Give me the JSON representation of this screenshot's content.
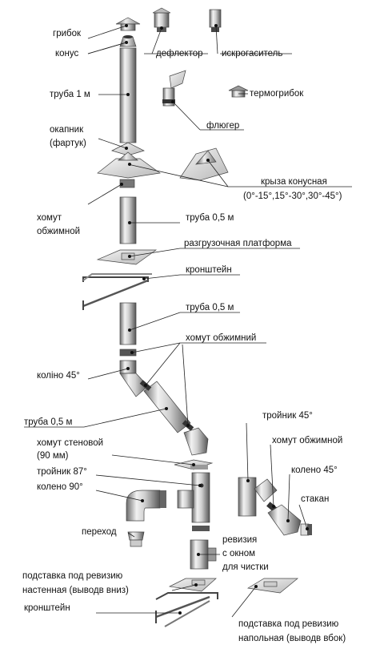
{
  "labels": {
    "gribok": "грибок",
    "konus": "конус",
    "deflektor": "дефлектор",
    "iskrogasitel": "искрогаситель",
    "truba_1m": "труба 1 м",
    "termogribok": "термогрибок",
    "flyuger": "флюгер",
    "okapnik": "окапник",
    "fartuk": "(фартук)",
    "kryza": "крыза конусная",
    "kryza_angles": "(0°-15°,15°-30°,30°-45°)",
    "khomut_obzhimnoy_1": "хомут",
    "khomut_obzhimnoy_2": "обжимной",
    "truba_05_a": "труба 0,5 м",
    "platforma": "разгрузочная платформа",
    "kronshtein_top": "кронштейн",
    "truba_05_b": "труба 0,5 м",
    "khomut_obzhimniy": "хомут обжимний",
    "kolino_45": "коліно 45°",
    "truba_05_c": "труба 0,5 м",
    "khomut_stenovoy_1": "хомут стеновой",
    "khomut_stenovoy_2": "(90 мм)",
    "troynik_87": "тройник 87°",
    "koleno_90": "колено 90°",
    "troynik_45": "тройник 45°",
    "khomut_obzhimnoy_right": "хомут обжимной",
    "koleno_45_right": "колено 45°",
    "stakan": "стакан",
    "perekhod": "переход",
    "reviziya_1": "ревизия",
    "reviziya_2": "с окном",
    "reviziya_3": "для чистки",
    "podstavka_wall_1": "подставка под ревизию",
    "podstavka_wall_2": "настенная (выводв вниз)",
    "kronshtein_bottom": "кронштейн",
    "podstavka_floor_1": "подставка под ревизию",
    "podstavka_floor_2": "напольная (выводв вбок)"
  },
  "colors": {
    "metal_light": "#e6e6e6",
    "metal_mid": "#a8a8a8",
    "metal_dark": "#5a5a5a",
    "line": "#222222",
    "text": "#111111"
  }
}
